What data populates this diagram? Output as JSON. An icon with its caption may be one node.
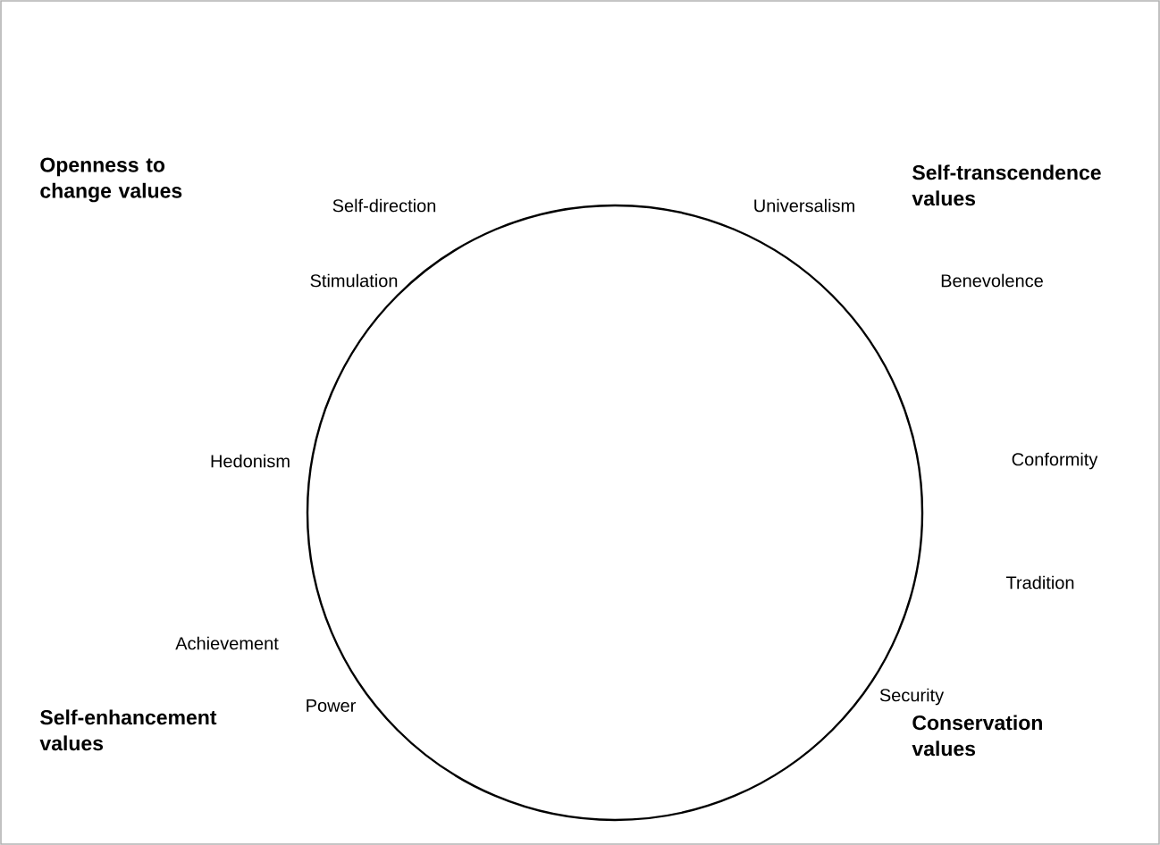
{
  "diagram": {
    "nodes": [
      {
        "text": [],
        "shape": "circle"
      }
    ],
    "labels": [
      "Openness to change values",
      "Self-transcendence values",
      "Self-direction",
      "Universalism",
      "Stimulation",
      "Benevolence",
      "Hedonism",
      "Conformity",
      "Tradition",
      "Achievement",
      "Power",
      "Security",
      "Self-enhancement values",
      "Conservation values"
    ]
  }
}
